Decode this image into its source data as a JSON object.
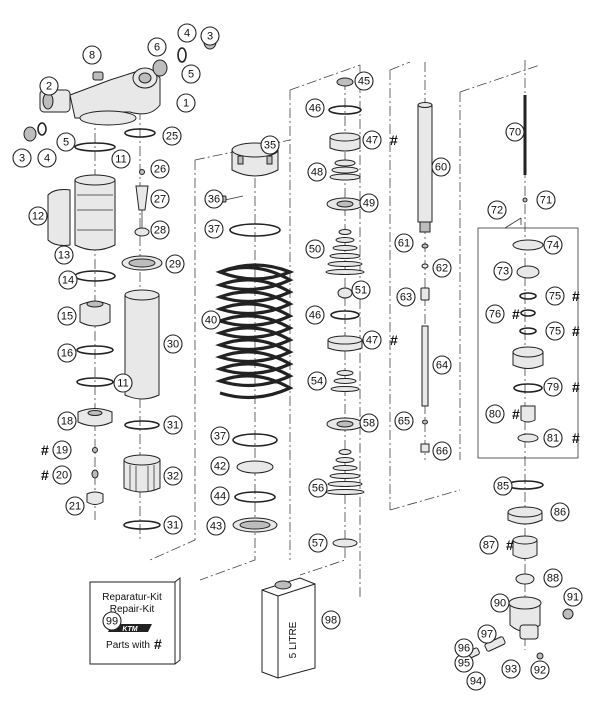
{
  "callouts": [
    {
      "n": "1"
    },
    {
      "n": "2"
    },
    {
      "n": "3"
    },
    {
      "n": "3"
    },
    {
      "n": "4"
    },
    {
      "n": "4"
    },
    {
      "n": "5"
    },
    {
      "n": "5"
    },
    {
      "n": "6"
    },
    {
      "n": "8"
    },
    {
      "n": "11"
    },
    {
      "n": "11"
    },
    {
      "n": "12"
    },
    {
      "n": "13"
    },
    {
      "n": "14"
    },
    {
      "n": "15"
    },
    {
      "n": "16"
    },
    {
      "n": "18"
    },
    {
      "n": "19"
    },
    {
      "n": "20"
    },
    {
      "n": "21"
    },
    {
      "n": "25"
    },
    {
      "n": "26"
    },
    {
      "n": "27"
    },
    {
      "n": "28"
    },
    {
      "n": "29"
    },
    {
      "n": "30"
    },
    {
      "n": "31"
    },
    {
      "n": "31"
    },
    {
      "n": "32"
    },
    {
      "n": "35"
    },
    {
      "n": "36"
    },
    {
      "n": "37"
    },
    {
      "n": "37"
    },
    {
      "n": "40"
    },
    {
      "n": "42"
    },
    {
      "n": "43"
    },
    {
      "n": "44"
    },
    {
      "n": "45"
    },
    {
      "n": "46"
    },
    {
      "n": "46"
    },
    {
      "n": "47"
    },
    {
      "n": "47"
    },
    {
      "n": "48"
    },
    {
      "n": "49"
    },
    {
      "n": "50"
    },
    {
      "n": "51"
    },
    {
      "n": "54"
    },
    {
      "n": "56"
    },
    {
      "n": "57"
    },
    {
      "n": "58"
    },
    {
      "n": "60"
    },
    {
      "n": "61"
    },
    {
      "n": "62"
    },
    {
      "n": "63"
    },
    {
      "n": "64"
    },
    {
      "n": "65"
    },
    {
      "n": "66"
    },
    {
      "n": "70"
    },
    {
      "n": "71"
    },
    {
      "n": "72"
    },
    {
      "n": "73"
    },
    {
      "n": "74"
    },
    {
      "n": "75"
    },
    {
      "n": "75"
    },
    {
      "n": "76"
    },
    {
      "n": "79"
    },
    {
      "n": "80"
    },
    {
      "n": "81"
    },
    {
      "n": "85"
    },
    {
      "n": "86"
    },
    {
      "n": "87"
    },
    {
      "n": "88"
    },
    {
      "n": "90"
    },
    {
      "n": "91"
    },
    {
      "n": "92"
    },
    {
      "n": "93"
    },
    {
      "n": "94"
    },
    {
      "n": "95"
    },
    {
      "n": "96"
    },
    {
      "n": "97"
    },
    {
      "n": "98"
    },
    {
      "n": "99"
    }
  ],
  "hash_mark": "#",
  "repair_kit": {
    "line1": "Reparatur-Kit",
    "line2": "Repair-Kit",
    "brand": "KTM",
    "line3": "Parts with"
  },
  "oil_can": {
    "label": "5 LITRE"
  }
}
